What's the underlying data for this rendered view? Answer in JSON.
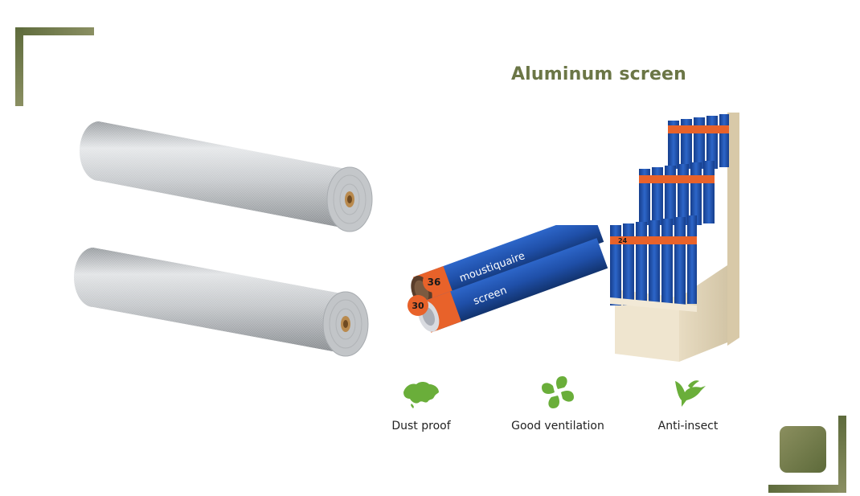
{
  "title": "Aluminum screen",
  "features": [
    {
      "label": "Dust proof",
      "icon": "world-map-icon"
    },
    {
      "label": "Good ventilation",
      "icon": "ventilation-swirl-icon"
    },
    {
      "label": "Anti-insect",
      "icon": "hummingbird-icon"
    }
  ],
  "package": {
    "brand_text": "moustiquaire",
    "side_text": "screen",
    "size_labels": [
      "36",
      "30",
      "24"
    ]
  },
  "colors": {
    "accent": "#6b7646",
    "icon_green": "#6aae3a",
    "pack_blue": "#1f4fa8",
    "pack_orange": "#e8622a"
  }
}
